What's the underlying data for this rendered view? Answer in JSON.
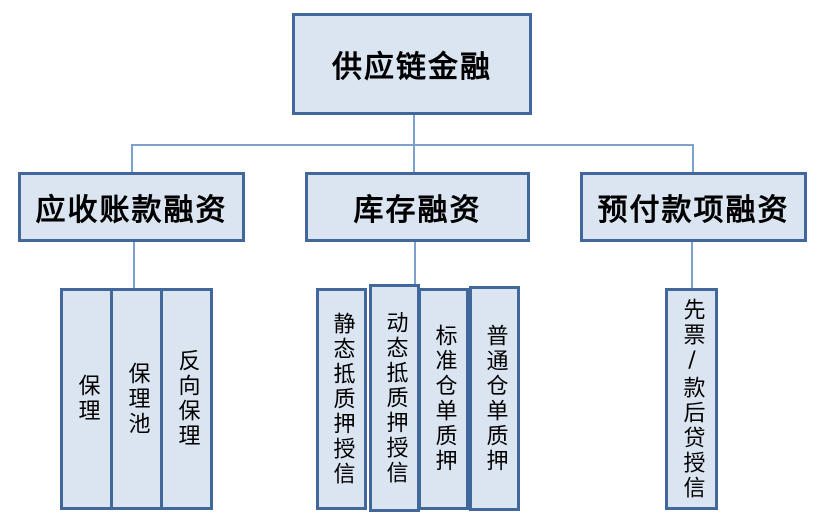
{
  "diagram": {
    "root": {
      "label": "供应链金融"
    },
    "branches": [
      {
        "label": "应收账款融资",
        "children": [
          {
            "label": "保理"
          },
          {
            "label": "保理池"
          },
          {
            "label": "反向保理"
          }
        ]
      },
      {
        "label": "库存融资",
        "children": [
          {
            "label": "静态抵质押授信"
          },
          {
            "label": "动态抵质押授信"
          },
          {
            "label": "标准仓单质押"
          },
          {
            "label": "普通仓单质押"
          }
        ]
      },
      {
        "label": "预付款项融资",
        "children": [
          {
            "label": "先票/款后贷授信"
          }
        ]
      }
    ],
    "colors": {
      "box_fill": "#dbe5f1",
      "box_border": "#41679b",
      "connector": "#7da1cd",
      "text": "#000000",
      "background": "#ffffff"
    }
  }
}
